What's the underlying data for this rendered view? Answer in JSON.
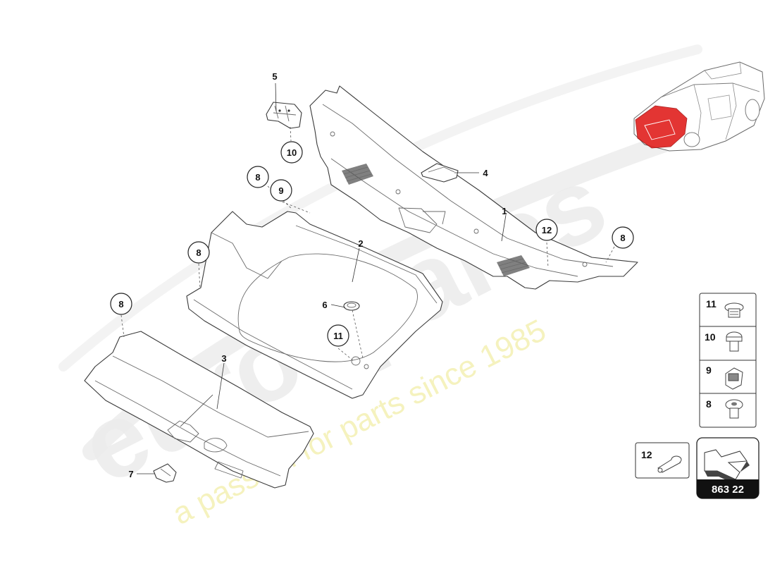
{
  "watermark": {
    "brand": "eurospares",
    "tagline": "a passion for parts since 1985"
  },
  "callouts": {
    "c1": "1",
    "c2": "2",
    "c3": "3",
    "c4": "4",
    "c5": "5",
    "c6": "6",
    "c7": "7",
    "c8a": "8",
    "c8b": "8",
    "c8c": "8",
    "c8d": "8",
    "c9": "9",
    "c10": "10",
    "c11": "11",
    "c12": "12"
  },
  "fastener_table": {
    "rows": [
      "11",
      "10",
      "9",
      "8"
    ],
    "extra": "12"
  },
  "reference_badge": {
    "code": "863 22"
  },
  "colors": {
    "highlight": "#e0201e",
    "badge_bg": "#111111"
  }
}
